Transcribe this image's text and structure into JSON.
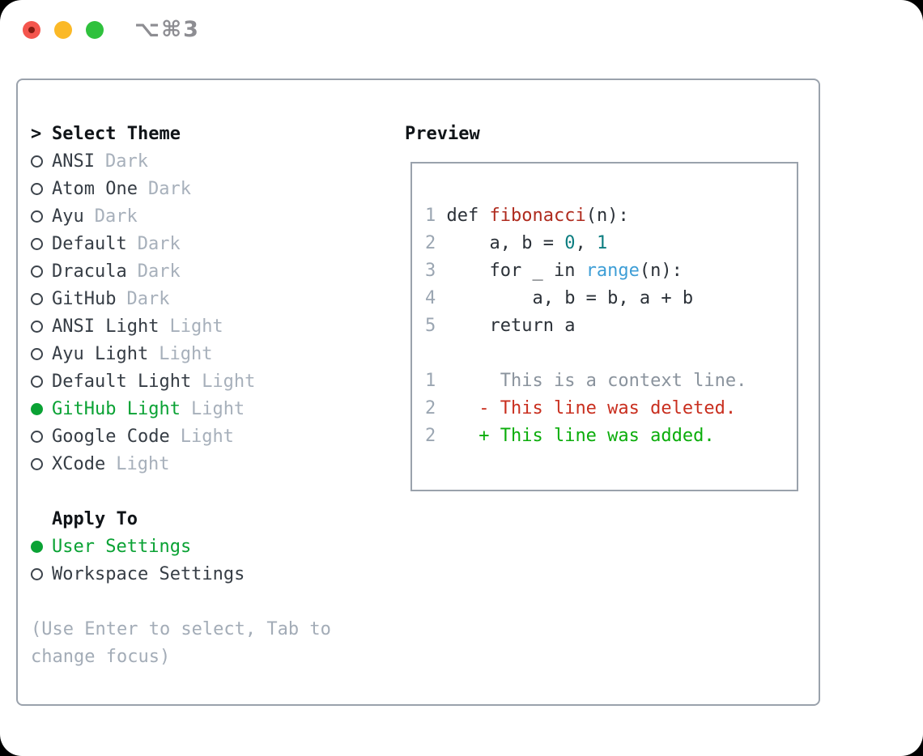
{
  "titlebar": {
    "shortcut": "⌥⌘3",
    "controls": [
      {
        "icon": "close-icon"
      },
      {
        "icon": "minimize-icon"
      },
      {
        "icon": "zoom-icon"
      }
    ]
  },
  "colors": {
    "border": "#9aa2ac",
    "heading": "#101418",
    "name": "#363d45",
    "variant": "#a7b0bb",
    "hint": "#a3acb7",
    "selected": "#0aa234",
    "radio": "#3d444c",
    "title_glyph": "#8d8d92",
    "close_red": "#f4554d",
    "close_dot": "#841b11",
    "minimize_yellow": "#fbb927",
    "maximize_green": "#2fc13d",
    "code": "#2b3138",
    "func": "#af2b1e",
    "number": "#0c7d80",
    "builtin": "#3e9ed6",
    "line_number": "#9ba6b2",
    "context": "#8a939d",
    "deleted": "#c92f1f",
    "added": "#0bad0b"
  },
  "left": {
    "prompt": ">",
    "title": "Select Theme",
    "themes": [
      {
        "name": "ANSI",
        "variant": "Dark",
        "selected": false
      },
      {
        "name": "Atom One",
        "variant": "Dark",
        "selected": false
      },
      {
        "name": "Ayu",
        "variant": "Dark",
        "selected": false
      },
      {
        "name": "Default",
        "variant": "Dark",
        "selected": false
      },
      {
        "name": "Dracula",
        "variant": "Dark",
        "selected": false
      },
      {
        "name": "GitHub",
        "variant": "Dark",
        "selected": false
      },
      {
        "name": "ANSI Light",
        "variant": "Light",
        "selected": false
      },
      {
        "name": "Ayu Light",
        "variant": "Light",
        "selected": false
      },
      {
        "name": "Default Light",
        "variant": "Light",
        "selected": false
      },
      {
        "name": "GitHub Light",
        "variant": "Light",
        "selected": true
      },
      {
        "name": "Google Code",
        "variant": "Light",
        "selected": false
      },
      {
        "name": "XCode",
        "variant": "Light",
        "selected": false
      }
    ],
    "apply_to": {
      "label": "Apply To",
      "options": [
        {
          "name": "User Settings",
          "selected": true
        },
        {
          "name": "Workspace Settings",
          "selected": false
        }
      ]
    },
    "hint_lines": [
      "(Use Enter to select, Tab to",
      "change focus)"
    ]
  },
  "preview": {
    "title": "Preview",
    "lines": [
      {
        "n": "1",
        "tokens": [
          [
            "def ",
            "code"
          ],
          [
            "fibonacci",
            "func"
          ],
          [
            "(n):",
            "code"
          ]
        ]
      },
      {
        "n": "2",
        "tokens": [
          [
            "    a, b = ",
            "code"
          ],
          [
            "0",
            "number"
          ],
          [
            ", ",
            "code"
          ],
          [
            "1",
            "number"
          ]
        ]
      },
      {
        "n": "3",
        "tokens": [
          [
            "    for _ in ",
            "code"
          ],
          [
            "range",
            "builtin"
          ],
          [
            "(n):",
            "code"
          ]
        ]
      },
      {
        "n": "4",
        "tokens": [
          [
            "        a, b = b, a + b",
            "code"
          ]
        ]
      },
      {
        "n": "5",
        "tokens": [
          [
            "    return a",
            "code"
          ]
        ]
      },
      {
        "n": "",
        "tokens": []
      },
      {
        "n": "1",
        "tokens": [
          [
            "     This is a context line.",
            "context"
          ]
        ]
      },
      {
        "n": "2",
        "tokens": [
          [
            "   - This line was deleted.",
            "deleted"
          ]
        ]
      },
      {
        "n": "2",
        "tokens": [
          [
            "   + This line was added.",
            "added"
          ]
        ]
      }
    ]
  }
}
